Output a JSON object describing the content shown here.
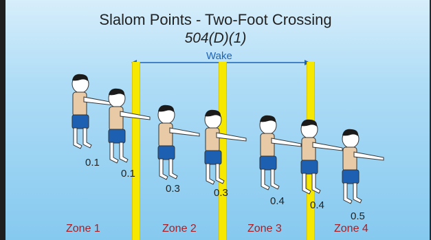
{
  "title": "Slalom Points - Two-Foot Crossing",
  "subtitle": "504(D)(1)",
  "wake_label": "Wake",
  "colors": {
    "pole": "#f6e800",
    "wake": "#1e63b5",
    "zone_text": "#a81e24",
    "shirt": "#e8caa6",
    "shorts": "#1d5fb0"
  },
  "points": [
    "0.1",
    "0.1",
    "0.3",
    "0.3",
    "0.4",
    "0.4",
    "0.5"
  ],
  "zones": [
    "Zone 1",
    "Zone 2",
    "Zone 3",
    "Zone 4"
  ]
}
